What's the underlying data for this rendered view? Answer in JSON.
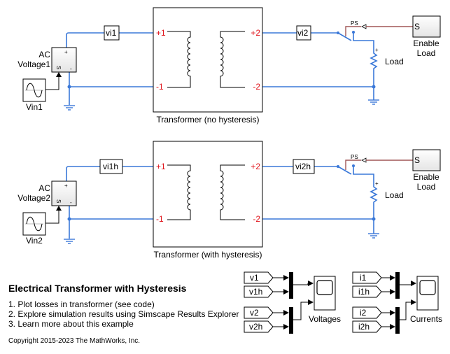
{
  "model": {
    "title": "Electrical Transformer with Hysteresis",
    "links": [
      "1. Plot losses in transformer (see code)",
      "2. Explore simulation results using Simscape Results Explorer",
      "3. Learn more about this example"
    ],
    "copyright": "Copyright 2015-2023 The MathWorks, Inc."
  },
  "circuit1": {
    "source_label_1": "AC",
    "source_label_2": "Voltage1",
    "sine_label": "Vin1",
    "sensor_in": "vi1",
    "sensor_out": "vi2",
    "transformer_label": "Transformer (no hysteresis)",
    "ports": {
      "p1": "+1",
      "n1": "-1",
      "p2": "+2",
      "n2": "-2"
    },
    "switch_ps": "PS",
    "load_label": "Load",
    "enable_port": "S",
    "enable_label_1": "Enable",
    "enable_label_2": "Load",
    "src_s": "S"
  },
  "circuit2": {
    "source_label_1": "AC",
    "source_label_2": "Voltage2",
    "sine_label": "Vin2",
    "sensor_in": "vi1h",
    "sensor_out": "vi2h",
    "transformer_label": "Transformer (with hysteresis)",
    "ports": {
      "p1": "+1",
      "n1": "-1",
      "p2": "+2",
      "n2": "-2"
    },
    "switch_ps": "PS",
    "load_label": "Load",
    "enable_port": "S",
    "enable_label_1": "Enable",
    "enable_label_2": "Load",
    "src_s": "S"
  },
  "scopes": {
    "voltages": {
      "label": "Voltages",
      "tags": [
        "v1",
        "v1h",
        "v2",
        "v2h"
      ]
    },
    "currents": {
      "label": "Currents",
      "tags": [
        "i1",
        "i1h",
        "i2",
        "i2h"
      ]
    }
  },
  "colors": {
    "wire": "#3a78d8",
    "port_label": "#e0131a",
    "ps_line": "#a05656"
  }
}
